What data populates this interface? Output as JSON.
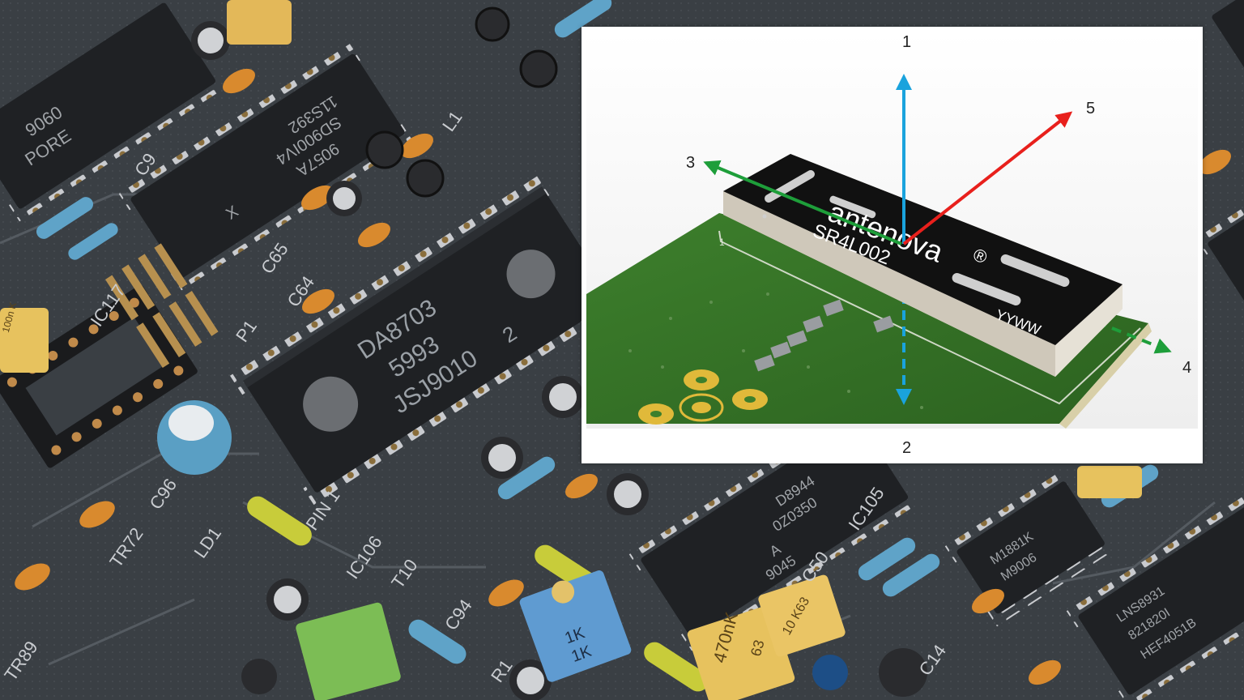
{
  "background": {
    "chip_a": {
      "line1": "DA8703",
      "line2": "5993",
      "line3": "JSJ9010",
      "suffix": "2"
    },
    "chip_b": {
      "line1": "11S392",
      "line2": "SD900IV4",
      "line3": "9057A",
      "mark": "X"
    },
    "chip_c": {
      "line1": "9060",
      "line2": "PORE"
    },
    "chip_d": {
      "line1": "D8944",
      "line2": "0Z0350",
      "line3": "A",
      "line4": "9045"
    },
    "chip_e": {
      "line1": "M1881K",
      "line2": "M9006"
    },
    "chip_f": {
      "line1": "LNS8931",
      "line2": "821820I",
      "line3": "HEF4051B"
    },
    "silk": {
      "c65": "C65",
      "c64": "C64",
      "c96": "C96",
      "c94": "C94",
      "c14": "C14",
      "ic117": "IC117",
      "ic106": "IC106",
      "ic105": "IC105",
      "c50": "C50",
      "ld1": "LD1",
      "tr72": "TR72",
      "tr89": "TR89",
      "pin1": "PIN 1",
      "p1": "P1",
      "t10": "T10",
      "r1": "R1",
      "c9": "C9",
      "l1": "L1"
    },
    "caps": {
      "c1": "470nK",
      "c1b": "63",
      "c2": "10 K63",
      "c3": "100n K"
    },
    "pot": {
      "top": "1K",
      "bottom": "1K"
    },
    "colors": {
      "board": "#3a3f44",
      "chip": "#1f2124",
      "pin": "#c9cbcf",
      "resistor": "#5fa3c8",
      "cap": "#d98a2e"
    }
  },
  "diagram": {
    "antenna": {
      "brand": "antenova",
      "registered": "®",
      "model": "SR4L002",
      "date_code": "YYWW",
      "pin_mark": "1"
    },
    "axes": {
      "axis1": {
        "label": "1",
        "color": "#1aa3dd"
      },
      "axis2": {
        "label": "2",
        "color": "#1aa3dd"
      },
      "axis3": {
        "label": "3",
        "color": "#1e9e3a"
      },
      "axis4": {
        "label": "4",
        "color": "#1e9e3a"
      },
      "axis5": {
        "label": "5",
        "color": "#e8201c"
      }
    },
    "colors": {
      "pcb": "#2f6e23",
      "pcb_light": "#3d7f2c",
      "pad": "#e0b93a",
      "antenna_top": "#111111",
      "antenna_side": "#d8d2c6"
    }
  }
}
